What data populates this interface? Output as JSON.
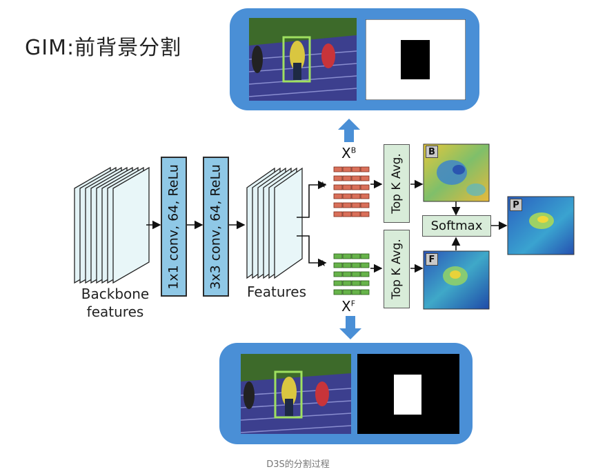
{
  "title": "GIM:前背景分割",
  "caption": "D3S的分割过程",
  "layer_labels": {
    "backbone": "Backbone",
    "backbone2": "features",
    "features": "Features"
  },
  "conv1": "1x1 conv, 64, ReLu",
  "conv2": "3x3 conv, 64, ReLu",
  "xb": "X",
  "xb_sup": "B",
  "xf": "X",
  "xf_sup": "F",
  "topk1": "Top K Avg.",
  "topk2": "Top K Avg.",
  "softmax": "Softmax",
  "map_b": "B",
  "map_f": "F",
  "map_p": "P",
  "colors": {
    "panel": "#4a8fd6",
    "conv_box": "#8fc8e6",
    "green_box": "#d8ecd9",
    "bg_feat": "#d9705a",
    "fg_feat": "#67b34a",
    "arrow_blue": "#4a8fd6"
  }
}
